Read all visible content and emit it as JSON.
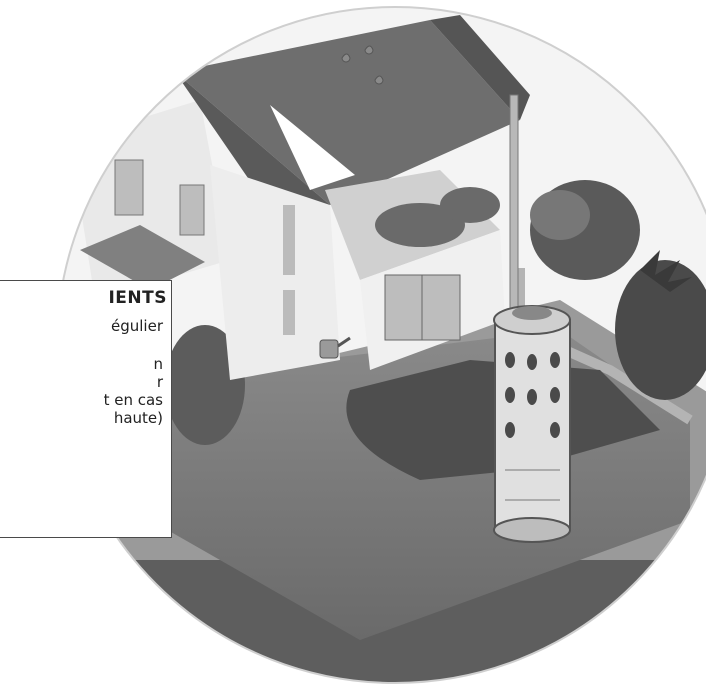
{
  "callout": {
    "title": "IENTS",
    "lines": [
      "égulier",
      "n",
      "r",
      "t en cas",
      "haute)"
    ]
  },
  "colors": {
    "roof": "#6b6b6b",
    "wall": "#e6e6e6",
    "ground": "#7a7a7a",
    "path": "#8f8f8f",
    "tank": "#d9d9d9",
    "foliage": "#555555"
  },
  "icons": [
    "rain-drops-icon",
    "watering-can-icon"
  ]
}
